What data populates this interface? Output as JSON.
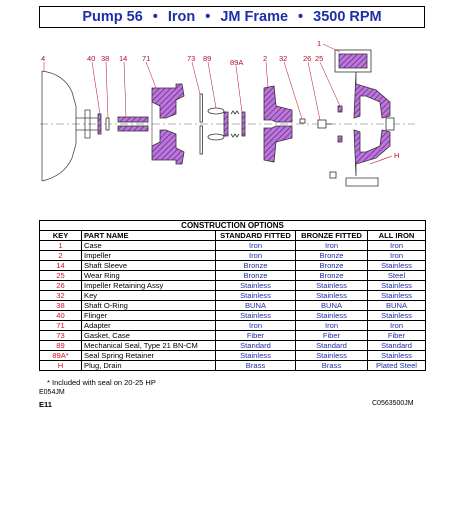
{
  "title": {
    "parts": [
      "Pump 56",
      "Iron",
      "JM Frame",
      "3500 RPM"
    ],
    "separator": "•"
  },
  "diagram": {
    "callouts": [
      "1",
      "4",
      "40",
      "38",
      "14",
      "71",
      "73",
      "89",
      "89A",
      "2",
      "32",
      "26",
      "25",
      "H"
    ],
    "colors": {
      "hatch": "#8a2bb3",
      "line": "#333333",
      "callout": "#b0102a"
    }
  },
  "table": {
    "caption": "CONSTRUCTION OPTIONS",
    "headers": [
      "KEY",
      "PART NAME",
      "STANDARD FITTED",
      "BRONZE FITTED",
      "ALL IRON"
    ],
    "rows": [
      [
        "1",
        "Case",
        "Iron",
        "Iron",
        "Iron"
      ],
      [
        "2",
        "Impeller",
        "Iron",
        "Bronze",
        "Iron"
      ],
      [
        "14",
        "Shaft Sleeve",
        "Bronze",
        "Bronze",
        "Stainless"
      ],
      [
        "25",
        "Wear Ring",
        "Bronze",
        "Bronze",
        "Steel"
      ],
      [
        "26",
        "Impeller Retaining Assy",
        "Stainless",
        "Stainless",
        "Stainless"
      ],
      [
        "32",
        "Key",
        "Stainless",
        "Stainless",
        "Stainless"
      ],
      [
        "38",
        "Shaft O-Ring",
        "BUNA",
        "BUNA",
        "BUNA"
      ],
      [
        "40",
        "Flinger",
        "Stainless",
        "Stainless",
        "Stainless"
      ],
      [
        "71",
        "Adapter",
        "Iron",
        "Iron",
        "Iron"
      ],
      [
        "73",
        "Gasket, Case",
        "Fiber",
        "Fiber",
        "Fiber"
      ],
      [
        "89",
        "Mechanical Seal, Type 21 BN-CM",
        "Standard",
        "Standard",
        "Standard"
      ],
      [
        "89A*",
        "Seal Spring Retainer",
        "Stainless",
        "Stainless",
        "Stainless"
      ],
      [
        "H",
        "Plug, Drain",
        "Brass",
        "Brass",
        "Plated Steel"
      ]
    ]
  },
  "footnote": "* Included with seal on 20-25 HP",
  "codes": {
    "drawing": "E054JM",
    "page": "E11",
    "part": "C0563500JM"
  },
  "colors": {
    "title": "#1f2fa8",
    "key": "#d4121f",
    "value": "#1f2fa8"
  }
}
